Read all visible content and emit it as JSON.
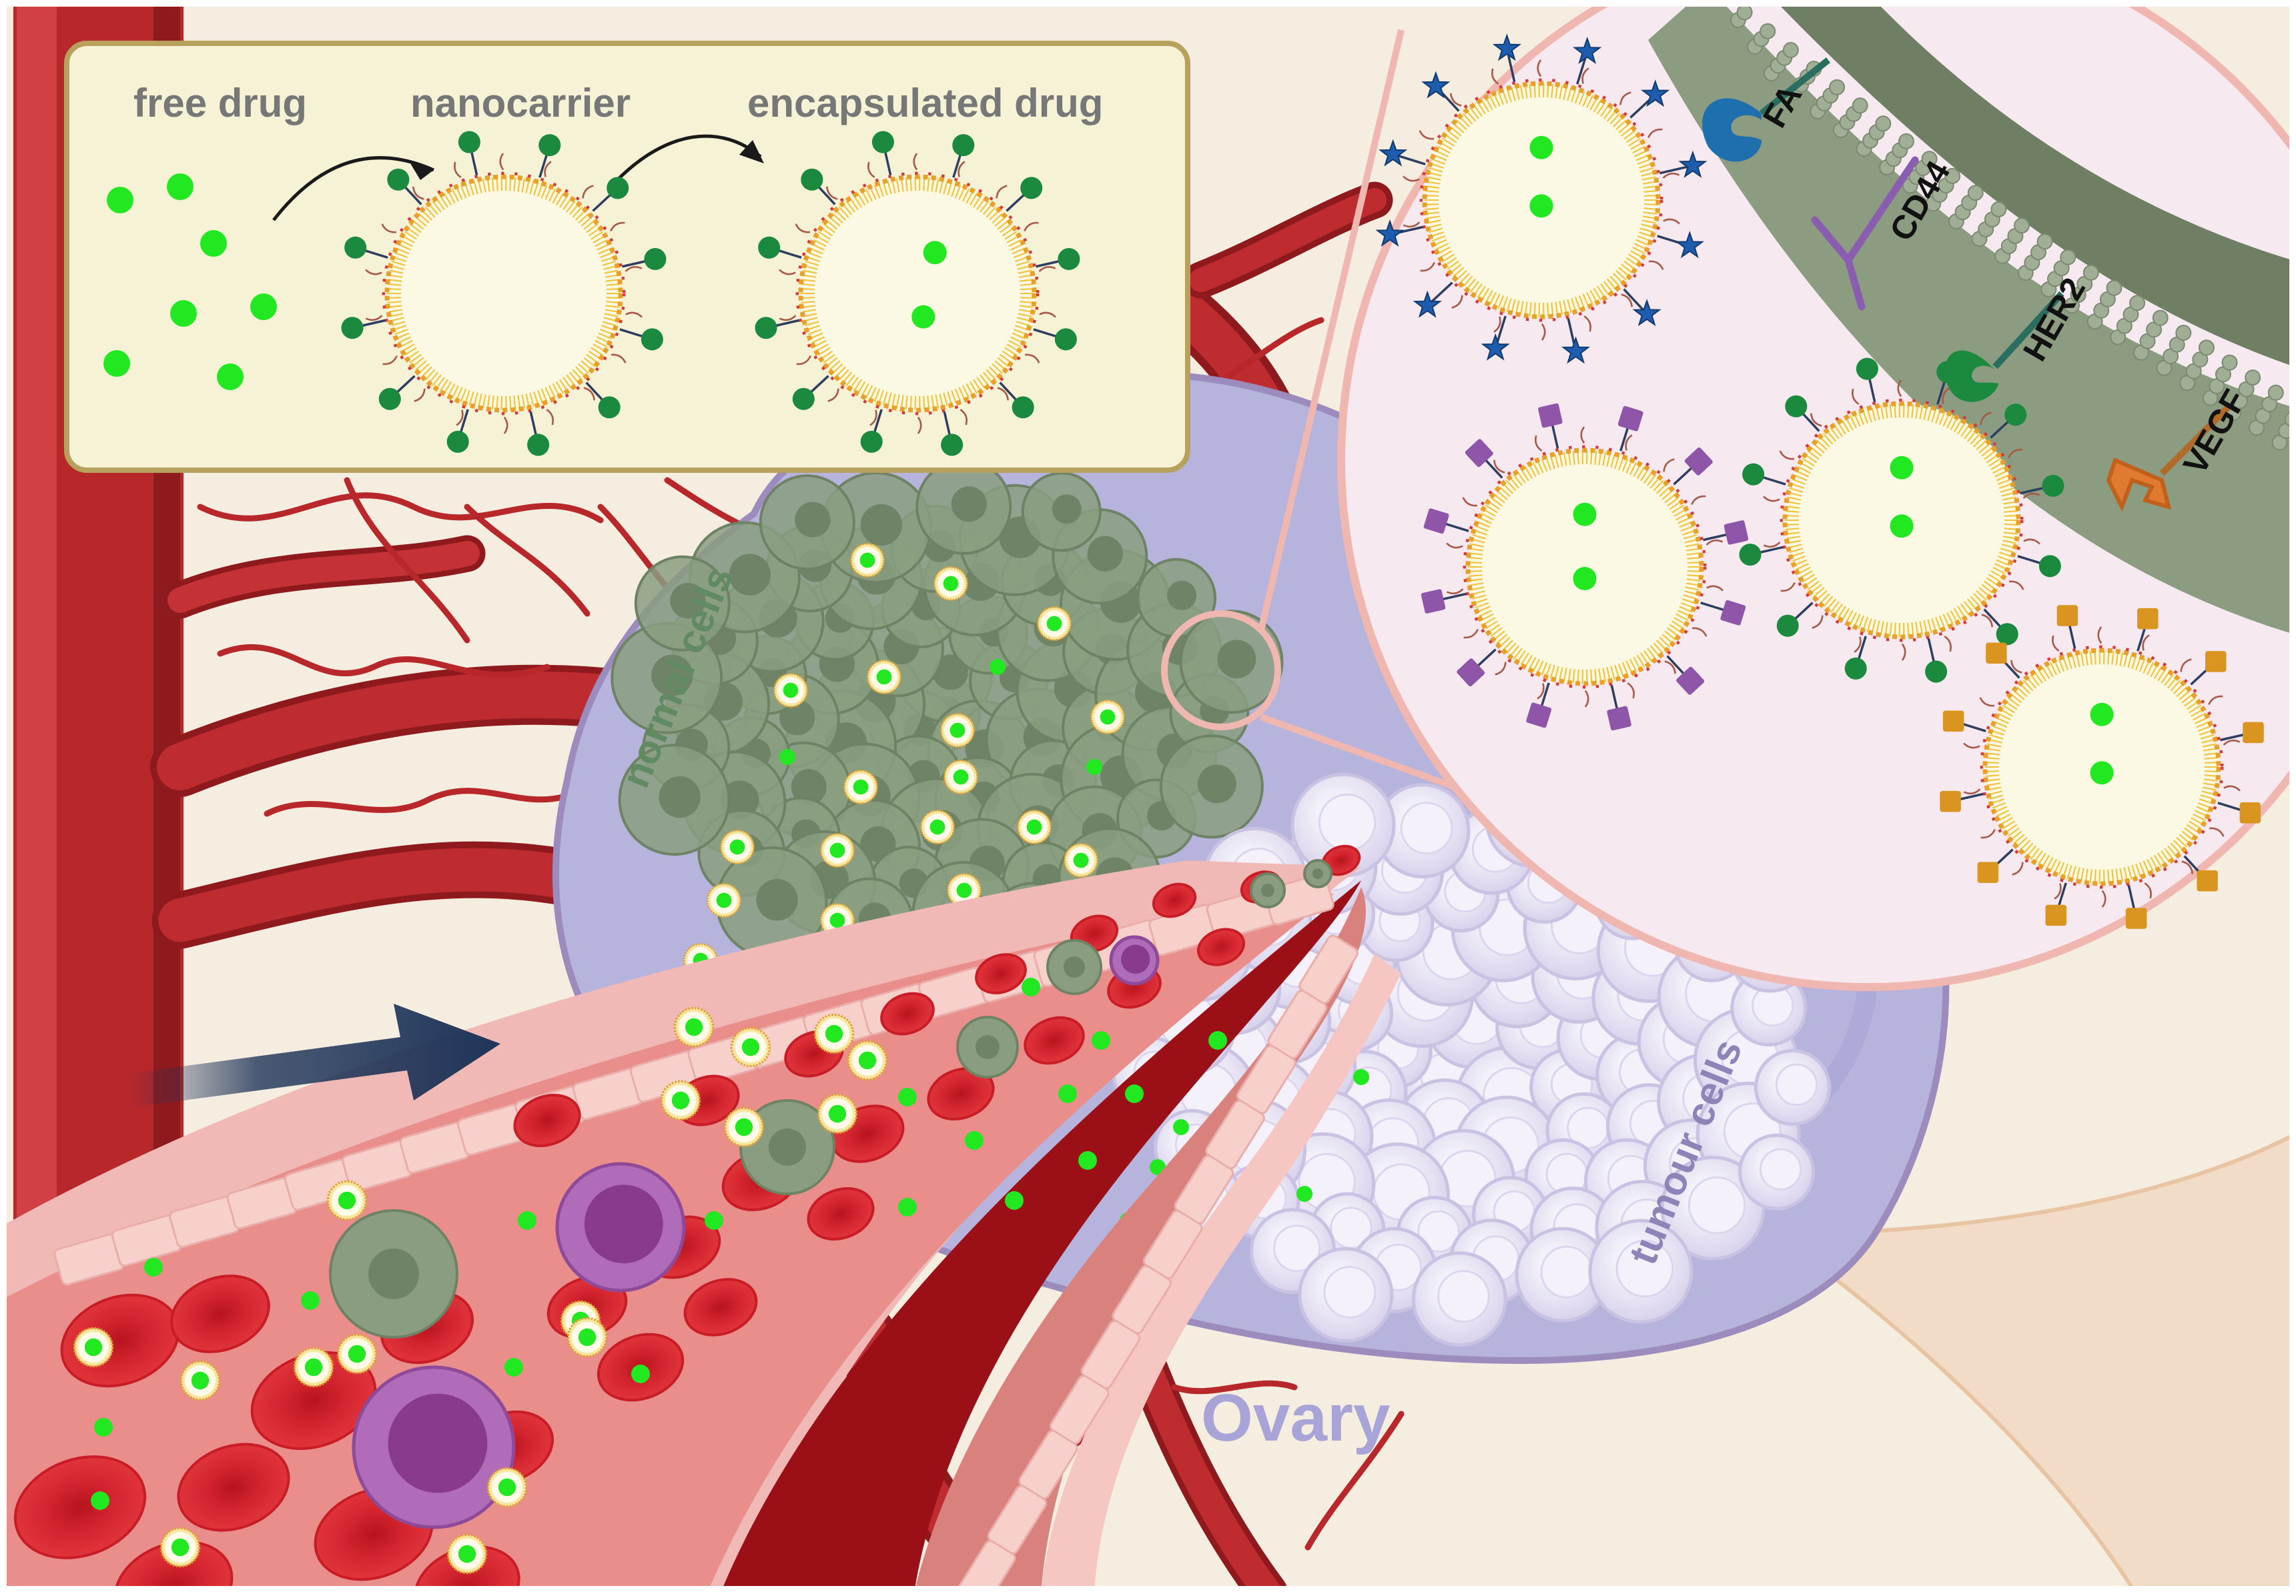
{
  "inset": {
    "labels": {
      "free_drug": "free drug",
      "nanocarrier": "nanocarrier",
      "encapsulated_drug": "encapsulated drug"
    }
  },
  "cell_labels": {
    "normal_cells": "normal cells",
    "tumour_cells": "tumour cells"
  },
  "organ_label": "Ovary",
  "receptors": {
    "fa": "FA",
    "cd44": "CD44",
    "her2": "HER2",
    "vegf": "VEGF"
  },
  "colors": {
    "background": "#f5ede0",
    "vessel": "#b8272a",
    "vessel_dark": "#8a0d12",
    "ovary": "#b6b3dd",
    "inset_bg": "#f5f2d6",
    "inset_border": "#b8a15c",
    "drug_green": "#22e822",
    "ligand_green": "#1b8a3f",
    "folate_star": "#1e5cad",
    "cd44_ligand": "#8e55a8",
    "vegf_ligand": "#d99520",
    "normal_cell": "#8a9d80",
    "tumour_cell": "#e7e3f2",
    "arrow": "#1f3559",
    "zoom_ring": "#f0b6b0",
    "membrane_band": "#7a8a70"
  }
}
